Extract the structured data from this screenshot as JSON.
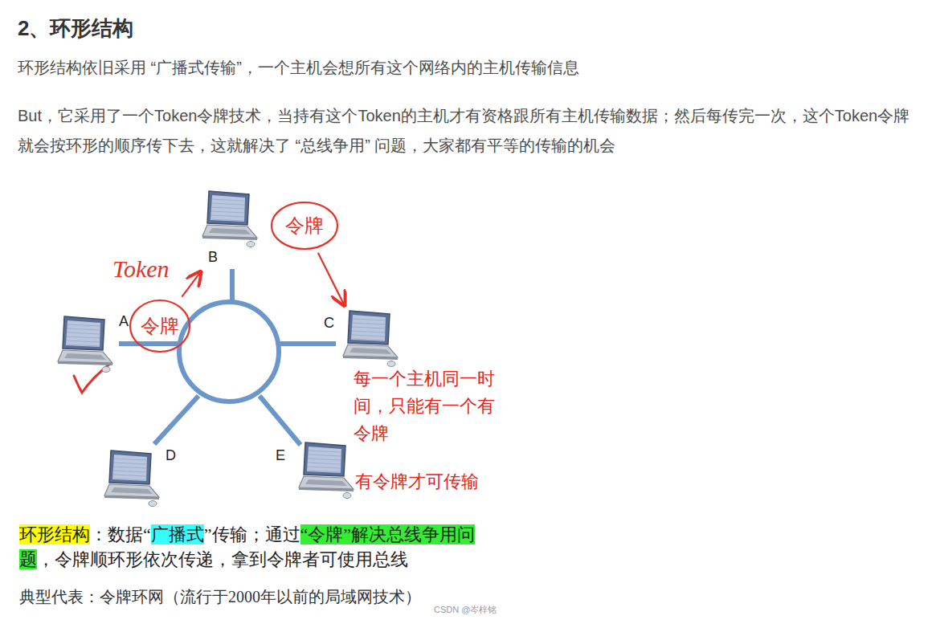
{
  "diagram": {
    "title": "2、环形结构",
    "nodes": [
      {
        "text": [
          "B"
        ]
      },
      {
        "text": [
          "令牌"
        ]
      },
      {
        "text": [
          "Token",
          "令牌"
        ]
      },
      {
        "text": [
          "A"
        ]
      },
      {
        "text": [
          "C"
        ]
      },
      {
        "text": [
          "D"
        ]
      },
      {
        "text": [
          "E"
        ]
      }
    ],
    "edges": [
      {
        "from": 2,
        "to": 0,
        "arrow": "to"
      },
      {
        "from": 1,
        "to": 4,
        "arrow": "to"
      }
    ],
    "labels": [
      "环形结构依旧采用 “广播式传输”，一个主机会想所有这个网络内的主机传输信息",
      "But，它采用了一个Token令牌技术，当持有这个Token的主机才有资格跟所有主机传输数据；然后每传完一次，这个Token令牌就会按环形的顺序传下去，这就解决了 “总线争用” 问题，大家都有平等的传输的机会",
      "每一个主机同一时间，只能有一个有令牌",
      "有令牌才可传输",
      "环形结构",
      "：数据“",
      "广播式",
      "”传输；通过",
      "“令牌”解决总线争用问题",
      "，令牌顺环形依次传递，拿到令牌者可使用总线",
      "典型代表：令牌环网（流行于2000年以前的局域网技术）",
      "CSDN @岑梓铭"
    ]
  }
}
